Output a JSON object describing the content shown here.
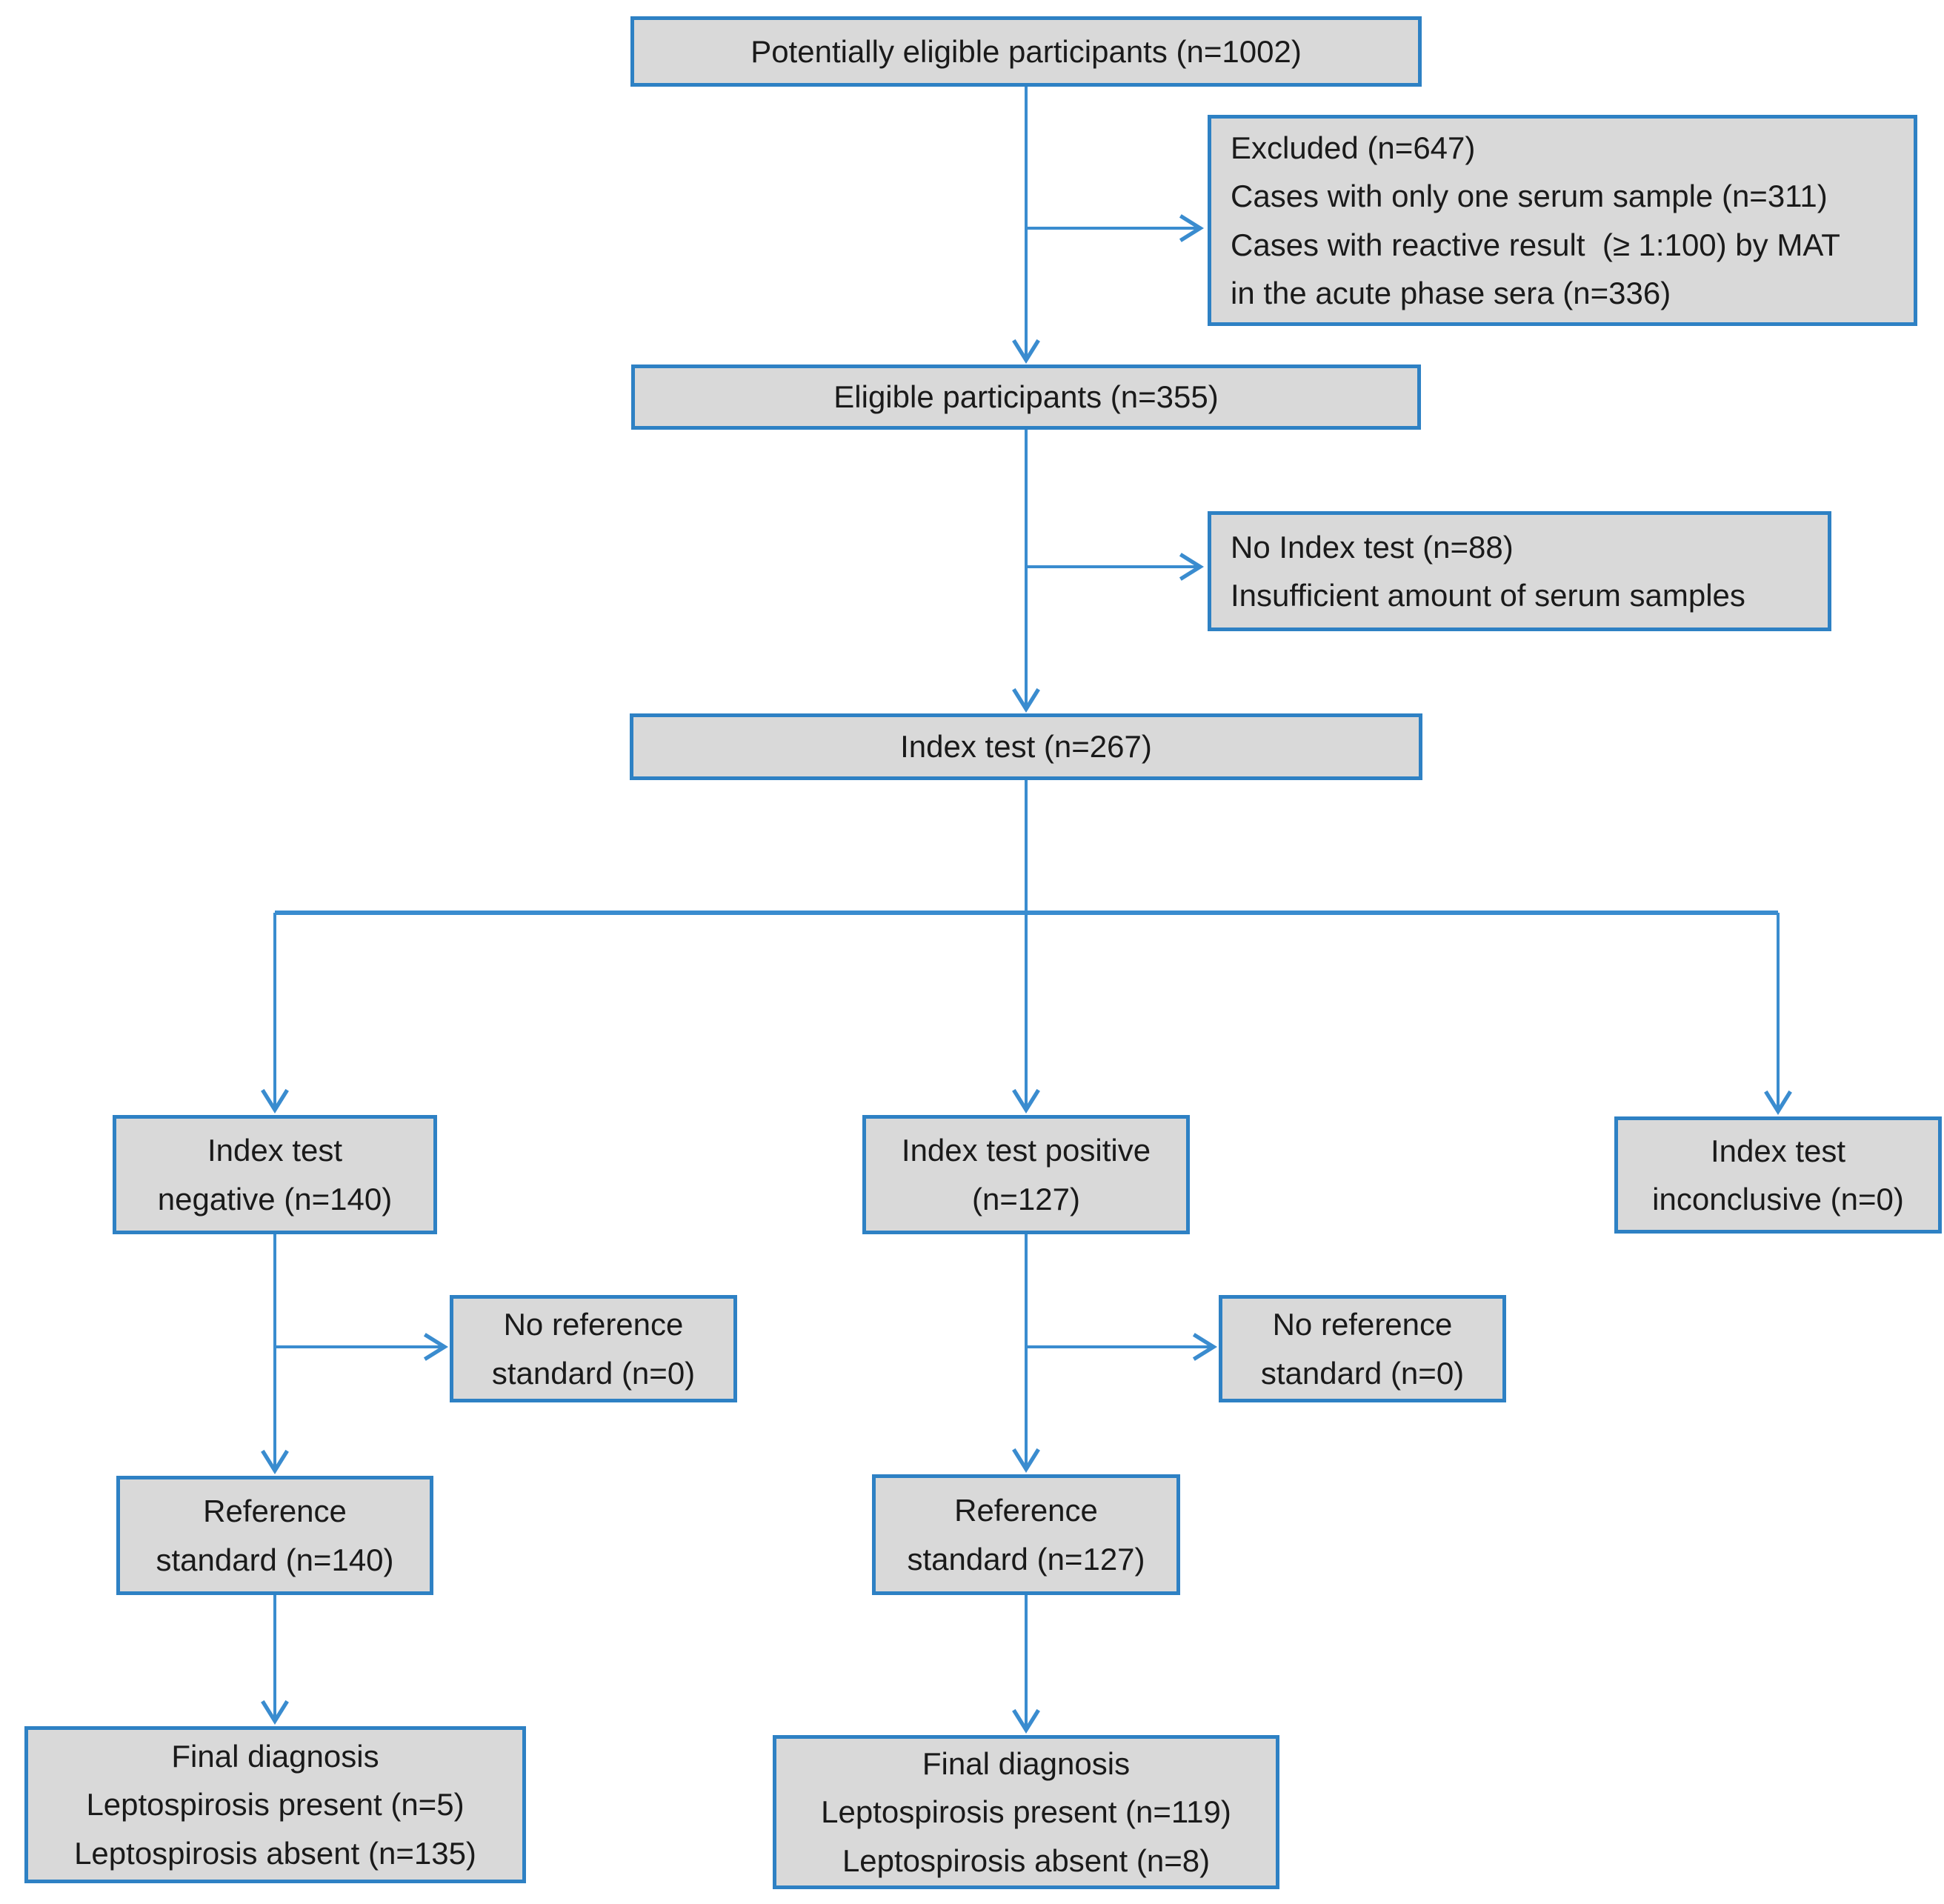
{
  "colors": {
    "background": "#ffffff",
    "box_fill": "#d9d9d9",
    "box_border": "#2e81c4",
    "connector": "#3a8ccf",
    "text": "#1a1a1a"
  },
  "boxes": {
    "potentially_eligible": {
      "label": "Potentially eligible participants (n=1002)"
    },
    "excluded": {
      "lines": [
        "Excluded (n=647)",
        "Cases with only one serum sample (n=311)",
        "Cases with reactive result  (≥ 1:100) by MAT",
        "in the acute phase sera (n=336)"
      ]
    },
    "eligible": {
      "label": "Eligible participants (n=355)"
    },
    "no_index_test": {
      "lines": [
        "No Index test (n=88)",
        "Insufficient amount of serum samples"
      ]
    },
    "index_test": {
      "label": "Index test (n=267)"
    },
    "index_test_negative": {
      "lines": [
        "Index test",
        "negative (n=140)"
      ]
    },
    "index_test_positive": {
      "lines": [
        "Index test positive",
        "(n=127)"
      ]
    },
    "index_test_inconclusive": {
      "lines": [
        "Index test",
        "inconclusive (n=0)"
      ]
    },
    "no_reference_standard_negative": {
      "lines": [
        "No reference",
        "standard (n=0)"
      ]
    },
    "reference_standard_negative": {
      "lines": [
        "Reference",
        "standard (n=140)"
      ]
    },
    "final_diagnosis_negative": {
      "lines": [
        "Final diagnosis",
        "Leptospirosis present (n=5)",
        "Leptospirosis absent (n=135)"
      ]
    },
    "no_reference_standard_positive": {
      "lines": [
        "No reference",
        "standard (n=0)"
      ]
    },
    "reference_standard_positive": {
      "lines": [
        "Reference",
        "standard (n=127)"
      ]
    },
    "final_diagnosis_positive": {
      "lines": [
        "Final diagnosis",
        "Leptospirosis present (n=119)",
        "Leptospirosis absent (n=8)"
      ]
    }
  }
}
